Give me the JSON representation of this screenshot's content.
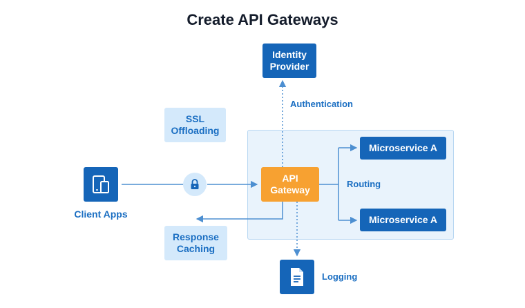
{
  "title": "Create API Gateways",
  "nodes": {
    "identity_provider": "Identity\nProvider",
    "ssl_offloading": "SSL\nOffloading",
    "client_apps": "Client Apps",
    "api_gateway": "API\nGateway",
    "response_caching": "Response\nCaching",
    "microservice_a_top": "Microservice A",
    "microservice_a_bottom": "Microservice A",
    "logging": "Logging"
  },
  "edge_labels": {
    "authentication": "Authentication",
    "routing": "Routing"
  },
  "icons": {
    "client_apps": "mobile-devices-icon",
    "ssl": "lock-icon",
    "logging": "document-icon"
  },
  "colors": {
    "primary": "#1565b8",
    "accent": "#f7a131",
    "light": "#d4e9fb",
    "region": "#e9f3fc",
    "line": "#4d8fd1"
  }
}
